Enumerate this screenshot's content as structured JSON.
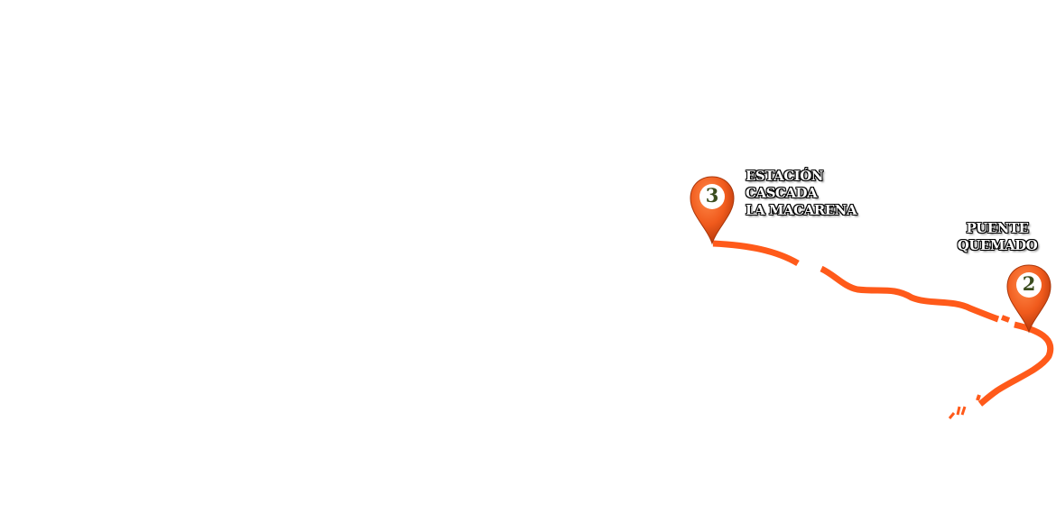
{
  "map": {
    "route_color": "#ff5a1a",
    "marker_color": "#f05a1c",
    "marker_number_color": "#3b4d1e",
    "label_text_color": "#ffffff",
    "label_outline_color": "#000000",
    "markers": [
      {
        "number": "3",
        "label_lines": [
          "ESTACIÓN",
          "CASCADA",
          "LA MACARENA"
        ]
      },
      {
        "number": "2",
        "label_lines": [
          "PUENTE",
          "QUEMADO"
        ]
      }
    ]
  }
}
